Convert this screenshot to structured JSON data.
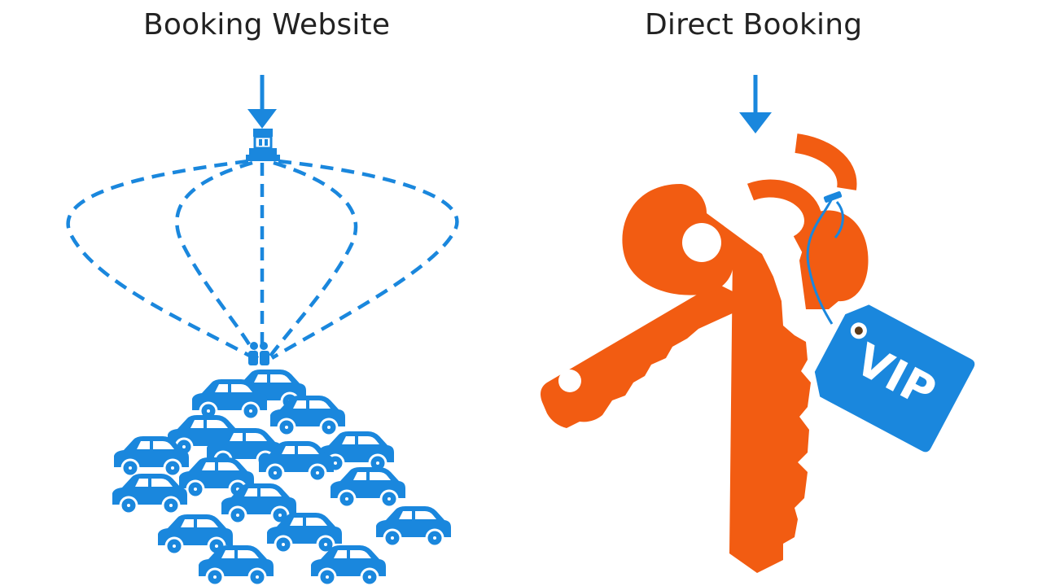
{
  "panels": {
    "left": {
      "title": "Booking Website",
      "icon": "funnel-to-many-cars-icon"
    },
    "right": {
      "title": "Direct Booking",
      "icon": "keys-with-vip-tag-icon",
      "tag_text": "VIP"
    }
  },
  "colors": {
    "accent_blue": "#1a87dd",
    "key_orange": "#f25c12",
    "text": "#222222"
  }
}
